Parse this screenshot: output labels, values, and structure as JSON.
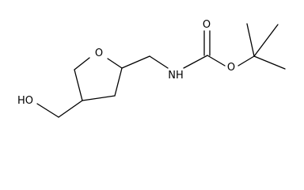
{
  "molecule": {
    "atoms": {
      "ring_oxygen": "O",
      "carbonyl_oxygen": "O",
      "ester_oxygen": "O",
      "amide_nitrogen": "NH",
      "hydroxyl": "HO"
    }
  },
  "colors": {
    "bond": "#000000",
    "label": "#000000",
    "background": "#ffffff"
  }
}
